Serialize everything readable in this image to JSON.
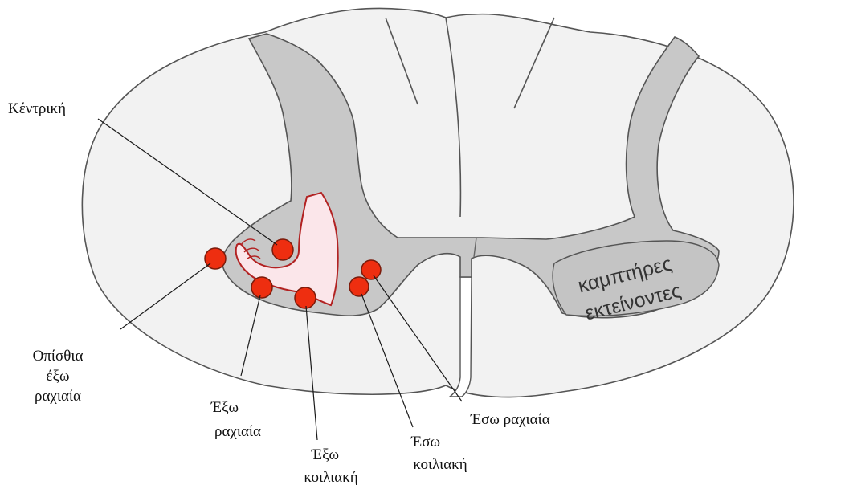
{
  "labels": {
    "central": "Κέντρική",
    "posterior_outer": [
      "Οπίσθια",
      "έξω",
      "ραχιαία"
    ],
    "outer_dorsal": [
      "Έξω",
      "ραχιαία"
    ],
    "outer_ventral": [
      "Έξω",
      "κοιλιακή"
    ],
    "inner_ventral": [
      "Έσω",
      "κοιλιακή"
    ],
    "inner_dorsal": "Έσω ραχιαία"
  },
  "region_text": [
    "καμπτήρες",
    "εκτείνοντες"
  ],
  "colors": {
    "white_matter": "#f2f2f2",
    "grey_matter": "#c8c8c8",
    "nucleus": "#ee2e10",
    "homunculus_fill": "#fbe6ea",
    "homunculus_stroke": "#b22222"
  },
  "icons": {
    "homunculus": "hand-arm-homunculus-icon"
  }
}
